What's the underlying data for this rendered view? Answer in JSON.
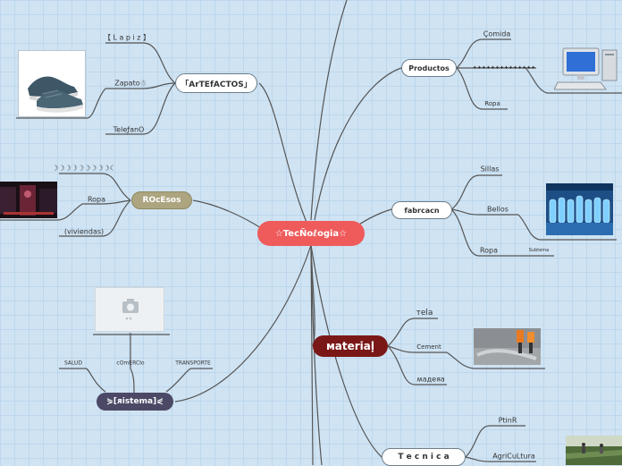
{
  "central": {
    "label": "☆TecÑoℓogia☆"
  },
  "branches": {
    "artefactos": {
      "label": "「ArTEfACTOS」",
      "items": [
        "【 L a p i z 】",
        "Zapato☃",
        "TeleƒanO"
      ]
    },
    "procesos": {
      "label": "ROcEsos",
      "items": [
        "☽☽☽☽☽☽☽☽☽☾",
        "Ropa",
        "(viviendas)"
      ]
    },
    "sistema": {
      "label": "⋟[ᴙistema]⋞",
      "items": [
        "SALUD",
        "cOmERCIo",
        "TRANSPORTE"
      ]
    },
    "productos": {
      "label": "Productos",
      "items": [
        "Çomida",
        "✦✦✦✦✦✦✦✦✦✦✦✦✦✦",
        "Ropa"
      ]
    },
    "fabricacion": {
      "label": "fabrcacn",
      "items": [
        "Sillas",
        "Bellos",
        "Ropa"
      ],
      "sub": "Subtema"
    },
    "material": {
      "label": "ᴍateriaḷ",
      "items": [
        "тela",
        "Cement",
        "ʍaдeяa"
      ]
    },
    "tecnica": {
      "label": "T e c n i c a",
      "items": [
        "PtinR",
        "AgriCuLtura"
      ]
    }
  },
  "colors": {
    "central": "#ef5b5b",
    "procesos": "#aca580",
    "material": "#7a1818",
    "sistema": "#4c4966",
    "line": "#555555"
  },
  "icons": [
    "shoes-image",
    "computer-image",
    "stage-image",
    "bottles-image",
    "camera-placeholder-icon",
    "construction-image",
    "farm-image"
  ]
}
